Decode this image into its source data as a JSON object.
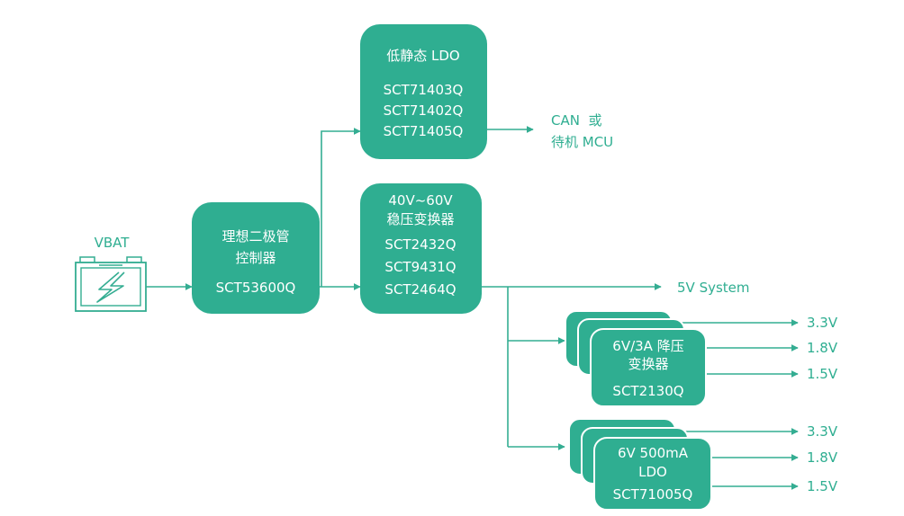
{
  "colors": {
    "primary": "#2fae91",
    "line": "#34ad92",
    "background": "#ffffff"
  },
  "vbat": {
    "label": "VBAT",
    "icon": "battery-icon"
  },
  "ideal_diode": {
    "line1": "理想二极管",
    "line2": "控制器",
    "part": "SCT53600Q"
  },
  "ldo_top": {
    "title": "低静态 LDO",
    "parts": [
      "SCT71403Q",
      "SCT71402Q",
      "SCT71405Q"
    ]
  },
  "can_output": {
    "line1": "CAN  或",
    "line2": "待机 MCU"
  },
  "regulator": {
    "line1": "40V~60V",
    "line2": "稳压变换器",
    "parts": [
      "SCT2432Q",
      "SCT9431Q",
      "SCT2464Q"
    ]
  },
  "system_output": {
    "label": "5V System"
  },
  "buck": {
    "line1": "6V/3A 降压",
    "line2": "变换器",
    "part": "SCT2130Q",
    "outputs": [
      "3.3V",
      "1.8V",
      "1.5V"
    ]
  },
  "ldo_bottom": {
    "line1": "6V 500mA",
    "line2": "LDO",
    "part": "SCT71005Q",
    "outputs": [
      "3.3V",
      "1.8V",
      "1.5V"
    ]
  }
}
